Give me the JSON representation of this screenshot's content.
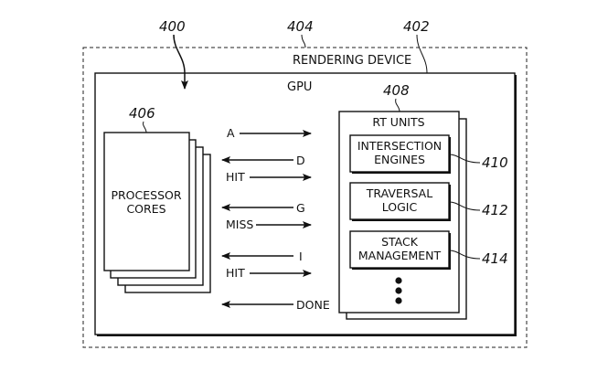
{
  "diagram": {
    "reference_numerals": {
      "system": "400",
      "gpu": "402",
      "rendering_device": "404",
      "processor_cores": "406",
      "rt_units": "408",
      "intersection_engines": "410",
      "traversal_logic": "412",
      "stack_management": "414"
    },
    "rendering_device": {
      "title": "RENDERING DEVICE"
    },
    "gpu": {
      "title": "GPU"
    },
    "processor_cores": {
      "line1": "PROCESSOR",
      "line2": "CORES"
    },
    "rt_units": {
      "title": "RT UNITS",
      "components": [
        {
          "line1": "INTERSECTION",
          "line2": "ENGINES"
        },
        {
          "line1": "TRAVERSAL",
          "line2": "LOGIC"
        },
        {
          "line1": "STACK",
          "line2": "MANAGEMENT"
        }
      ],
      "more_indicator": "ellipsis-vertical"
    },
    "signals": [
      {
        "label": "A",
        "direction": "right"
      },
      {
        "label": "D",
        "direction": "left"
      },
      {
        "label": "HIT",
        "direction": "right"
      },
      {
        "label": "G",
        "direction": "left"
      },
      {
        "label": "MISS",
        "direction": "right"
      },
      {
        "label": "I",
        "direction": "left"
      },
      {
        "label": "HIT",
        "direction": "right"
      },
      {
        "label": "DONE",
        "direction": "left"
      }
    ]
  }
}
